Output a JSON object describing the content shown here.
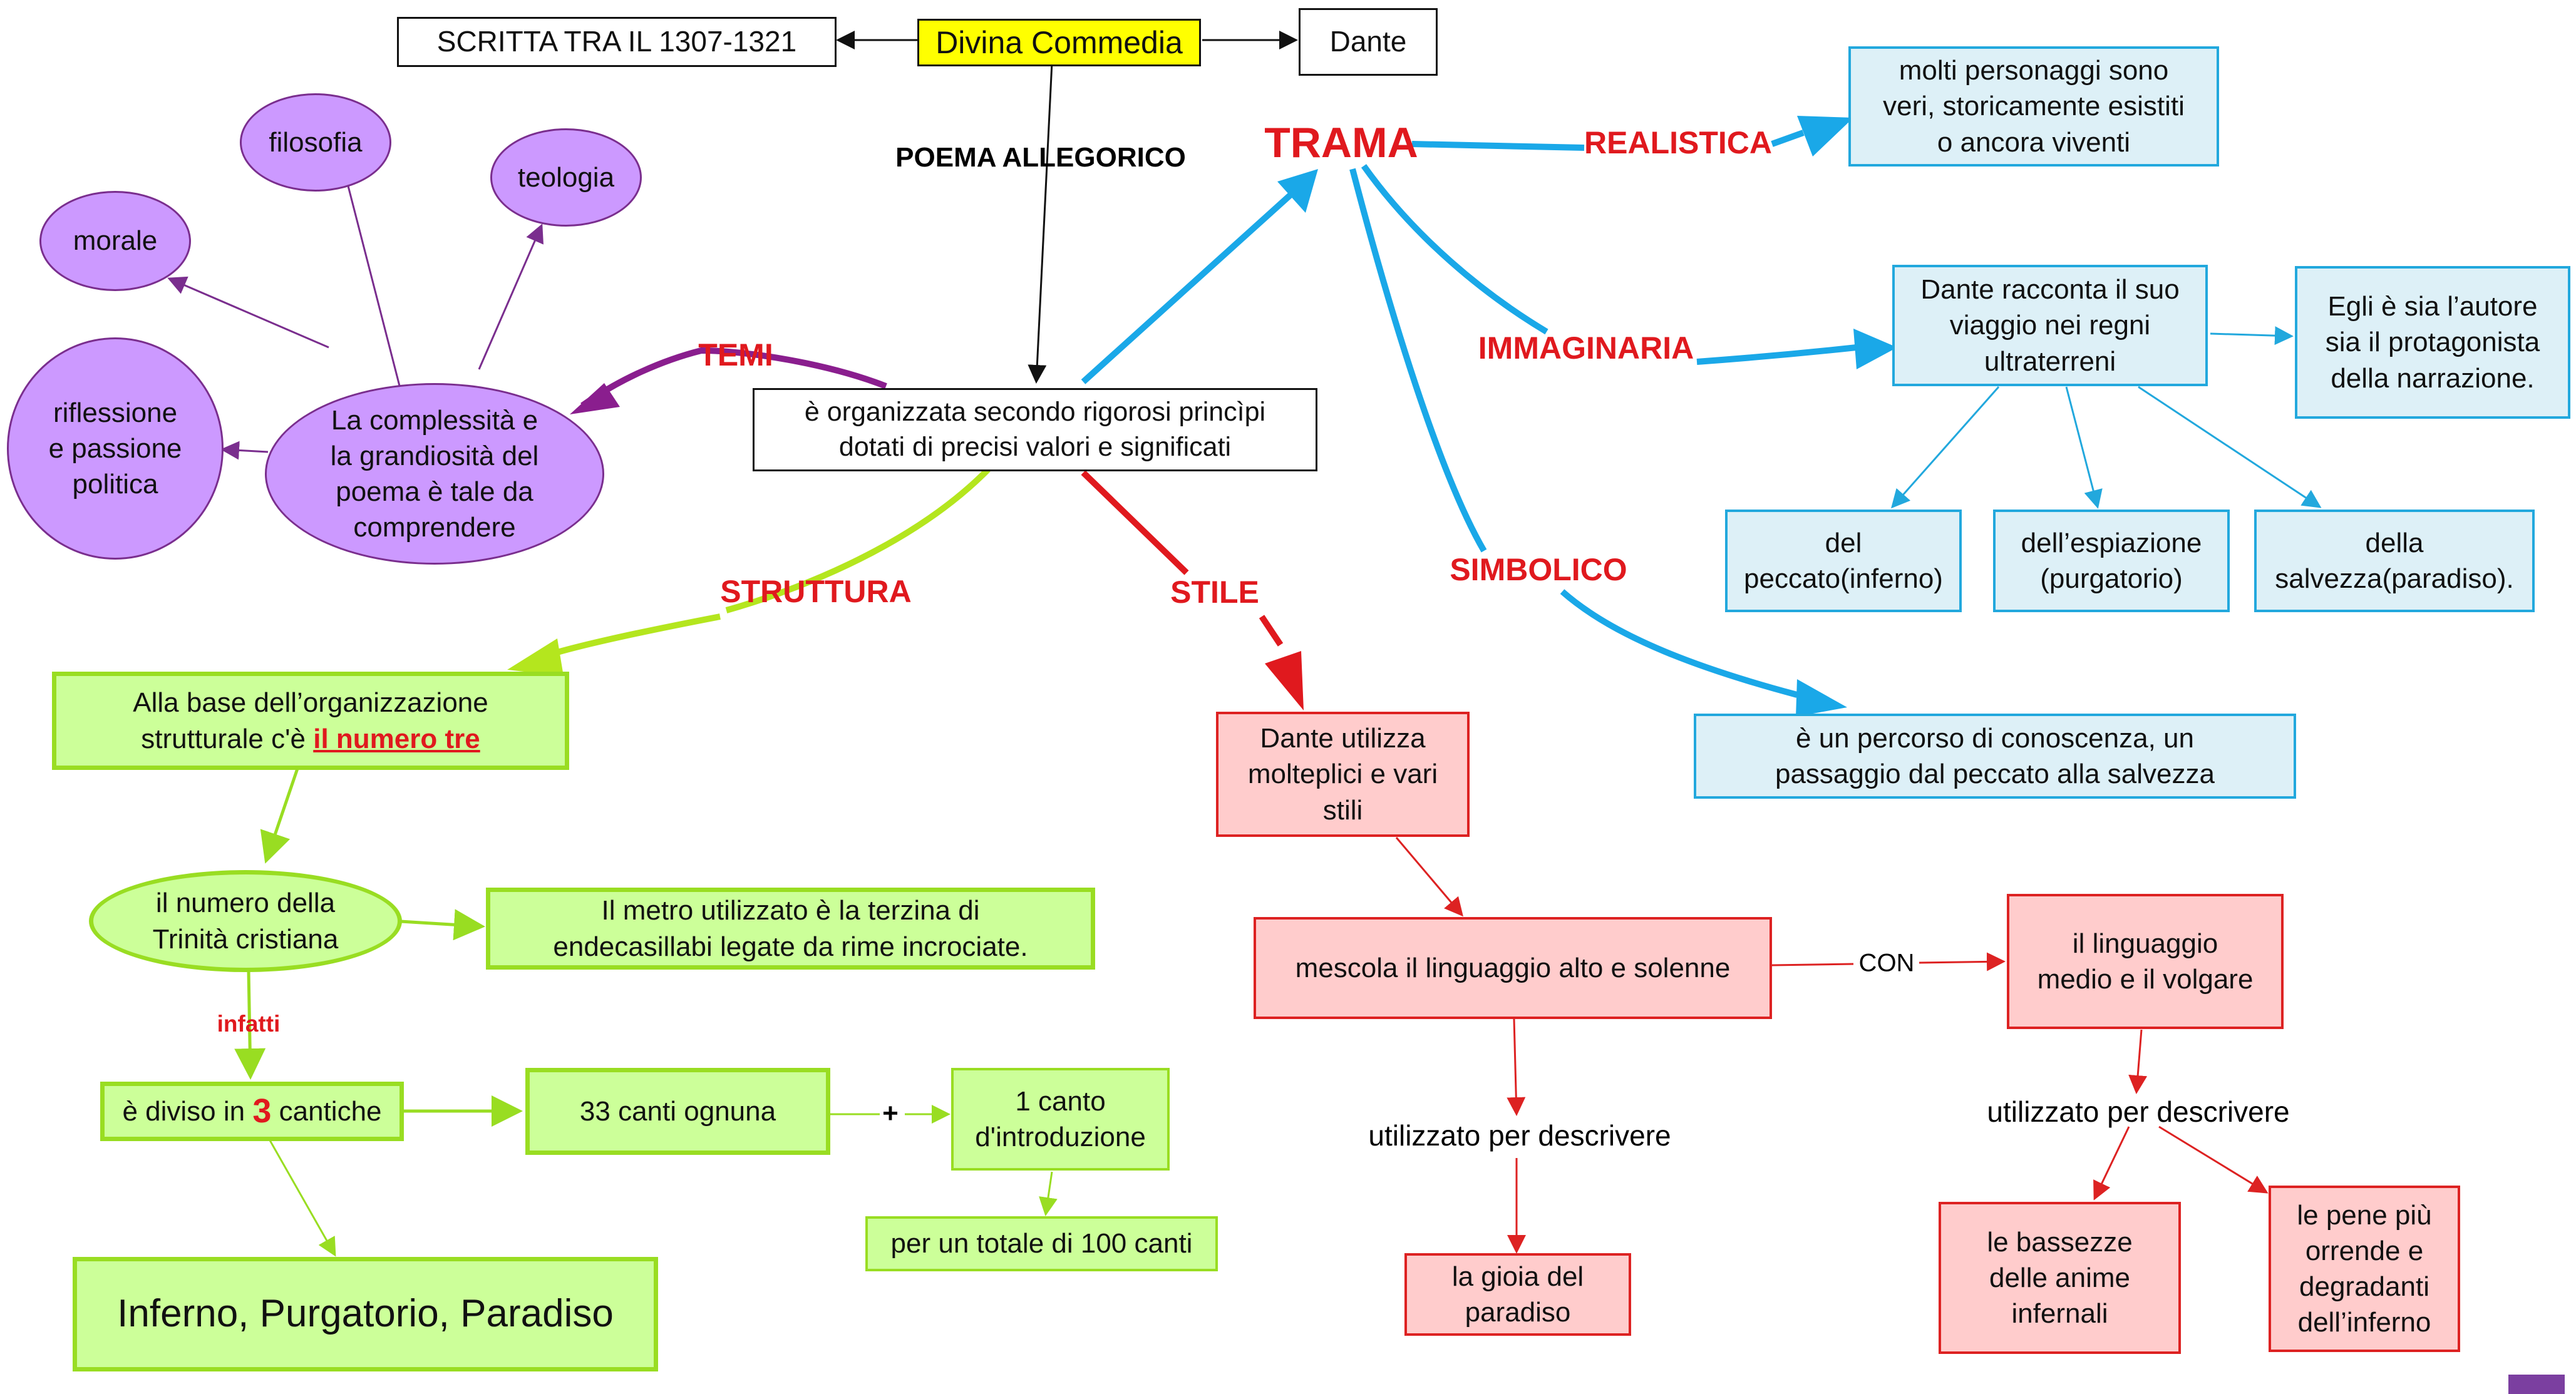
{
  "colors": {
    "trama_blue": "#1aa8e8",
    "struttura_green": "#b4e61e",
    "stile_red": "#e0191e",
    "temi_purple": "#8a1e8e",
    "label_red": "#e0191e"
  },
  "top": {
    "divina": "Divina Commedia",
    "scritta": "SCRITTA TRA IL 1307-1321",
    "dante": "Dante",
    "poema": "POEMA  ALLEGORICO"
  },
  "center": {
    "line1": "è organizzata secondo rigorosi princìpi",
    "line2": "dotati di precisi valori e significati"
  },
  "labels": {
    "temi": "TEMI",
    "trama": "TRAMA",
    "struttura": "STRUTTURA",
    "stile": "STILE",
    "realistica": "REALISTICA",
    "immaginaria": "IMMAGINARIA",
    "simbolico": "SIMBOLICO",
    "infatti": "infatti",
    "con": "CON",
    "plus": "+",
    "utilizzato1": "utilizzato  per  descrivere",
    "utilizzato2": "utilizzato  per  descrivere"
  },
  "temi": {
    "main": {
      "l1": "La complessità e",
      "l2": "la grandiosità del",
      "l3": "poema è tale da",
      "l4": "comprendere"
    },
    "filosofia": "filosofia",
    "teologia": "teologia",
    "morale": "morale",
    "riflessione": {
      "l1": "riflessione",
      "l2": "e passione",
      "l3": "politica"
    }
  },
  "trama": {
    "realistica_box": {
      "l1": "molti personaggi sono",
      "l2": "veri, storicamente esistiti",
      "l3": "o ancora viventi"
    },
    "immaginaria_box": {
      "l1": "Dante racconta il suo",
      "l2": "viaggio nei regni",
      "l3": "ultraterreni"
    },
    "autore_box": {
      "l1": "Egli è sia l’autore",
      "l2": "sia il protagonista",
      "l3": "della narrazione."
    },
    "peccato": {
      "l1": "del",
      "l2": "peccato(inferno)"
    },
    "espiazione": {
      "l1": "dell’espiazione",
      "l2": "(purgatorio)"
    },
    "salvezza": {
      "l1": "della",
      "l2": "salvezza(paradiso)."
    },
    "simbolico_box": {
      "l1": "è un percorso di conoscenza, un",
      "l2": "passaggio dal peccato alla salvezza"
    }
  },
  "struttura": {
    "base": {
      "l1": "Alla base  dell’organizzazione",
      "l2a": "strutturale c'è ",
      "l2b": "il  numero  tre"
    },
    "numero": {
      "l1": "il numero della",
      "l2": "Trinità cristiana"
    },
    "metro": {
      "l1": "Il metro utilizzato è la terzina di",
      "l2": "endecasillabi  legate da rime incrociate."
    },
    "diviso": {
      "a": "è diviso in ",
      "n": "3",
      "b": " cantiche"
    },
    "canti33": "33 canti ognuna",
    "canto1": {
      "l1": "1  canto",
      "l2": "d'introduzione"
    },
    "totale": "per un totale di 100 canti",
    "cantiche": "Inferno, Purgatorio, Paradiso"
  },
  "stile": {
    "utilizza": {
      "l1": "Dante utilizza",
      "l2": "molteplici e vari",
      "l3": "stili"
    },
    "mescola": "mescola  il  linguaggio  alto e solenne",
    "medio": {
      "l1": "il  linguaggio",
      "l2": "medio e il volgare"
    },
    "gioia": {
      "l1": "la gioia del",
      "l2": "paradiso"
    },
    "bassezze": {
      "l1": "le bassezze",
      "l2": "delle anime",
      "l3": "infernali"
    },
    "pene": {
      "l1": "le pene più",
      "l2": "orrende e",
      "l3": "degradanti",
      "l4": "dell’inferno"
    }
  }
}
